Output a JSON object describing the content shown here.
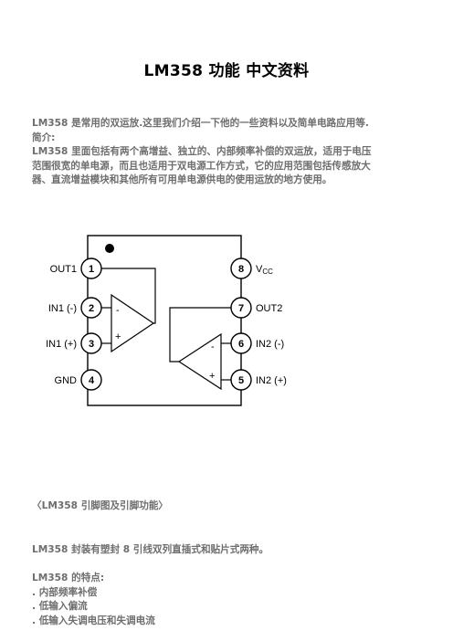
{
  "title": "LM358 功能  中文资料",
  "intro": {
    "line1": "LM358 是常用的双运放.这里我们介绍一下他的一些资料以及简单电路应用等.",
    "line2": "简介:",
    "line3": "LM358 里面包括有两个高增益、独立的、内部频率补偿的双运放，适用于电压",
    "line4": "范围很宽的单电源，而且也适用于双电源工作方式，它的应用范围包括传感放大",
    "line5": "器、直流增益模块和其他所有可用单电源供电的使用运放的地方使用。"
  },
  "pinout": {
    "left_labels": [
      "OUT1",
      "IN1 (-)",
      "IN1 (+)",
      "GND"
    ],
    "left_numbers": [
      "1",
      "2",
      "3",
      "4"
    ],
    "right_labels": [
      "V",
      "OUT2",
      "IN2 (-)",
      "IN2 (+)"
    ],
    "right_numbers": [
      "8",
      "7",
      "6",
      "5"
    ],
    "vcc_subscript": "CC",
    "minus_sign": "-",
    "plus_sign": "+"
  },
  "caption": "〈LM358 引脚图及引脚功能〉",
  "package_text": "LM358 封装有塑封 8 引线双列直插式和贴片式两种。",
  "features": {
    "heading": "LM358 的特点:",
    "items": [
      ". 内部频率补偿",
      ". 低输入偏流",
      ". 低输入失调电压和失调电流"
    ]
  }
}
